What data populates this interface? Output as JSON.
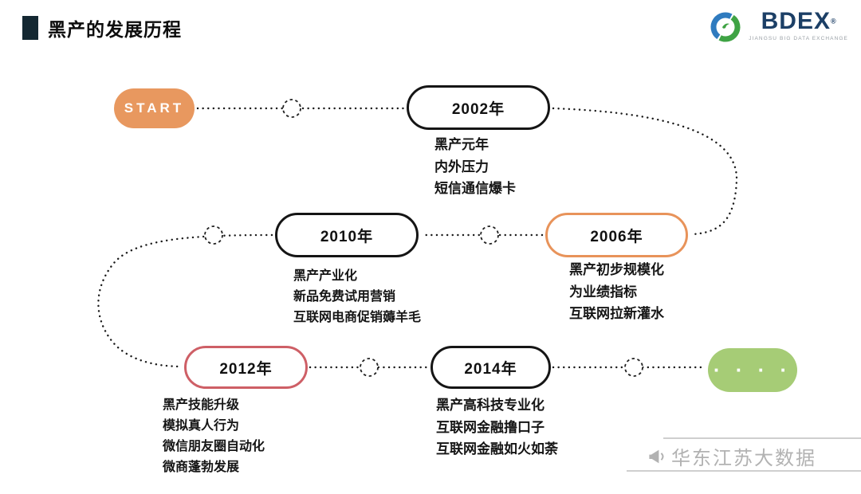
{
  "header": {
    "title": "黑产的发展历程"
  },
  "logo": {
    "brand": "BDEX",
    "registered": "®",
    "subtitle": "JIANGSU BIG DATA EXCHANGE"
  },
  "timeline": {
    "start": "START",
    "nodes": [
      {
        "year": "2002年",
        "lines": [
          "黑产元年",
          "内外压力",
          "短信通信爆卡"
        ]
      },
      {
        "year": "2006年",
        "lines": [
          "黑产初步规模化",
          "为业绩指标",
          "互联网拉新灌水"
        ]
      },
      {
        "year": "2010年",
        "lines": [
          "黑产产业化",
          "新品免费试用营销",
          "互联网电商促销薅羊毛"
        ]
      },
      {
        "year": "2012年",
        "lines": [
          "黑产技能升级",
          "模拟真人行为",
          "微信朋友圈自动化",
          "微商蓬勃发展"
        ]
      },
      {
        "year": "2014年",
        "lines": [
          "黑产高科技专业化",
          "互联网金融撸口子",
          "互联网金融如火如荼"
        ]
      },
      {
        "year": "· · · ·",
        "lines": []
      }
    ]
  },
  "watermark": {
    "text": "华东江苏大数据"
  },
  "colors": {
    "start_fill": "#E8985F",
    "orange_border": "#E8935A",
    "red_border": "#CE5F66",
    "green_fill": "#A6CC76",
    "line": "#1a1a1a"
  }
}
